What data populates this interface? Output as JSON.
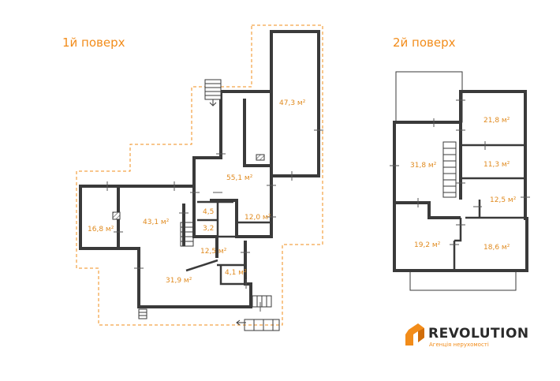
{
  "floors": [
    {
      "title": "1й поверх",
      "rooms": [
        "47,3 м²",
        "55,1 м²",
        "16,8 м²",
        "43,1 м²",
        "4,5",
        "3,2",
        "12,0 м²",
        "12,5 м²",
        "4,1 м²",
        "31,9 м²"
      ]
    },
    {
      "title": "2й поверх",
      "rooms": [
        "21,8 м²",
        "31,8 м²",
        "11,3 м²",
        "12,5 м²",
        "19,2 м²",
        "18,6 м²"
      ]
    }
  ],
  "brand": {
    "name": "REVOLUTION",
    "tagline": "Агенція нерухомості"
  },
  "colors": {
    "accent": "#f28c1a",
    "wall": "#3a3a3a",
    "door": "#555555"
  },
  "icons": [
    "revolution-logo-icon"
  ]
}
